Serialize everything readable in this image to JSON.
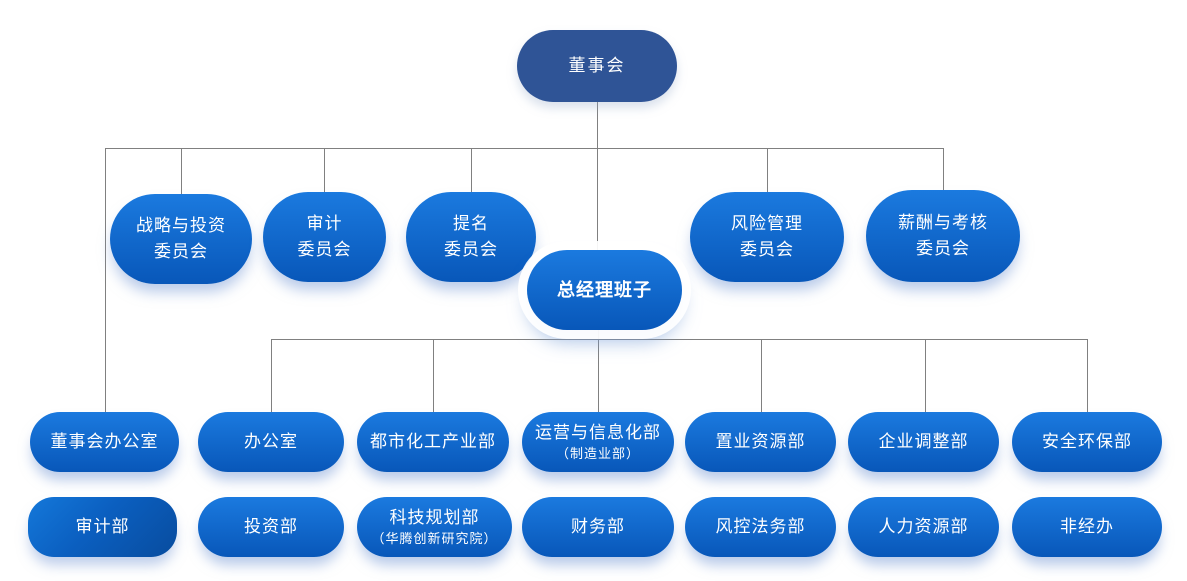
{
  "colors": {
    "primary_dark": "#2F5496",
    "node_top": "#1B7ADF",
    "node_bottom": "#0857B9",
    "audit_start": "#1478DA",
    "audit_end": "#084C9E",
    "line": "#808080",
    "text": "#FFFFFF"
  },
  "board": {
    "label": "董事会"
  },
  "gm": {
    "label": "总经理班子"
  },
  "committees": [
    {
      "line1": "战略与投资",
      "line2": "委员会"
    },
    {
      "line1": "审计",
      "line2": "委员会"
    },
    {
      "line1": "提名",
      "line2": "委员会"
    },
    {
      "line1": "风险管理",
      "line2": "委员会"
    },
    {
      "line1": "薪酬与考核",
      "line2": "委员会"
    }
  ],
  "departments_row1": [
    {
      "line1": "董事会办公室"
    },
    {
      "line1": "办公室"
    },
    {
      "line1": "都市化工产业部"
    },
    {
      "line1": "运营与信息化部",
      "line2": "（制造业部）"
    },
    {
      "line1": "置业资源部"
    },
    {
      "line1": "企业调整部"
    },
    {
      "line1": "安全环保部"
    }
  ],
  "departments_row2": [
    {
      "line1": "审计部"
    },
    {
      "line1": "投资部"
    },
    {
      "line1": "科技规划部",
      "line2": "（华腾创新研究院）"
    },
    {
      "line1": "财务部"
    },
    {
      "line1": "风控法务部"
    },
    {
      "line1": "人力资源部"
    },
    {
      "line1": "非经办"
    }
  ]
}
